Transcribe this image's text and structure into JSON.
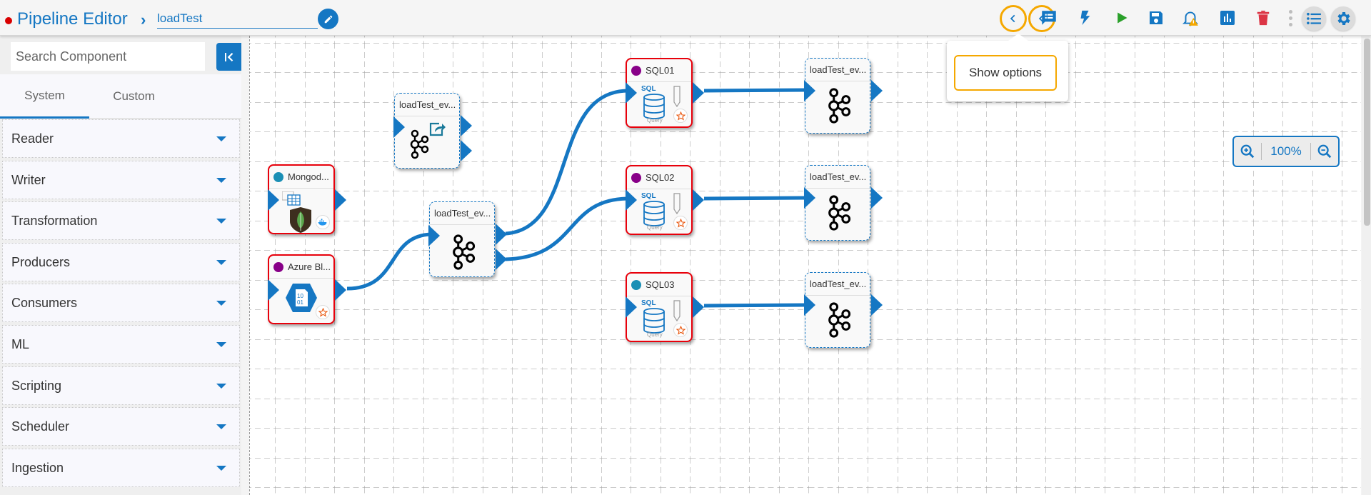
{
  "header": {
    "app_title": "Pipeline Editor",
    "breadcrumb_separator": "›",
    "pipeline_name": "loadTest",
    "status_color": "#d90000"
  },
  "toolbar": {
    "buttons": [
      {
        "name": "back",
        "icon": "chevron-left-icon"
      },
      {
        "name": "comments",
        "icon": "comment-list-icon"
      },
      {
        "name": "activate",
        "icon": "lightning-icon"
      },
      {
        "name": "run",
        "icon": "play-icon"
      },
      {
        "name": "save",
        "icon": "floppy-disk-icon"
      },
      {
        "name": "alerts",
        "icon": "bell-warning-icon"
      },
      {
        "name": "monitor",
        "icon": "bar-chart-icon"
      },
      {
        "name": "delete",
        "icon": "trash-icon"
      },
      {
        "name": "more",
        "icon": "kebab-icon"
      },
      {
        "name": "list-view",
        "icon": "list-icon"
      },
      {
        "name": "settings",
        "icon": "gear-icon"
      }
    ],
    "accent_color": "#1577c3",
    "highlight_color": "#f5a800"
  },
  "sidebar": {
    "search_placeholder": "Search Component",
    "search_value": "",
    "tabs": [
      {
        "label": "System",
        "active": true
      },
      {
        "label": "Custom",
        "active": false
      }
    ],
    "categories": [
      {
        "label": "Reader"
      },
      {
        "label": "Writer"
      },
      {
        "label": "Transformation"
      },
      {
        "label": "Producers"
      },
      {
        "label": "Consumers"
      },
      {
        "label": "ML"
      },
      {
        "label": "Scripting"
      },
      {
        "label": "Scheduler"
      },
      {
        "label": "Ingestion"
      }
    ]
  },
  "popup": {
    "show_options_label": "Show options"
  },
  "zoom": {
    "value": "100%"
  },
  "nodes": [
    {
      "id": "mongo",
      "title": "Mongod...",
      "dot_color": "#1a8fb5",
      "type": "reader-mongodb"
    },
    {
      "id": "azure",
      "title": "Azure Bl...",
      "dot_color": "#880088",
      "type": "reader-azure-blob"
    },
    {
      "id": "evt-writer",
      "title": "loadTest_ev...",
      "type": "event-writer"
    },
    {
      "id": "evt-mid",
      "title": "loadTest_ev...",
      "type": "event"
    },
    {
      "id": "sql01",
      "title": "SQL01",
      "dot_color": "#880088",
      "type": "sql-query",
      "label": "SQL",
      "sublabel": "Query"
    },
    {
      "id": "sql02",
      "title": "SQL02",
      "dot_color": "#880088",
      "type": "sql-query",
      "label": "SQL",
      "sublabel": "Query"
    },
    {
      "id": "sql03",
      "title": "SQL03",
      "dot_color": "#1a8fb5",
      "type": "sql-query",
      "label": "SQL",
      "sublabel": "Query"
    },
    {
      "id": "evt-out1",
      "title": "loadTest_ev...",
      "type": "event"
    },
    {
      "id": "evt-out2",
      "title": "loadTest_ev...",
      "type": "event"
    },
    {
      "id": "evt-out3",
      "title": "loadTest_ev...",
      "type": "event"
    }
  ],
  "edges": [
    {
      "from": "azure",
      "to": "evt-mid"
    },
    {
      "from": "evt-mid",
      "to": "sql01"
    },
    {
      "from": "evt-mid",
      "to": "sql02"
    },
    {
      "from": "sql01",
      "to": "evt-out1"
    },
    {
      "from": "sql02",
      "to": "evt-out2"
    },
    {
      "from": "sql03",
      "to": "evt-out3"
    }
  ]
}
